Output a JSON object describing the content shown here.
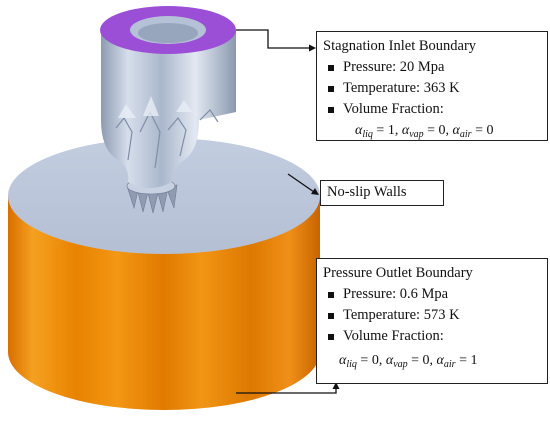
{
  "labels": {
    "inlet": {
      "title": "Stagnation Inlet Boundary",
      "items": [
        "Pressure: 20 Mpa",
        "Temperature: 363 K",
        "Volume Fraction:"
      ],
      "vf": [
        {
          "sym": "α",
          "sub": "liq",
          "val": "1"
        },
        {
          "sym": "α",
          "sub": "vap",
          "val": "0"
        },
        {
          "sym": "α",
          "sub": "air",
          "val": "0"
        }
      ]
    },
    "walls": {
      "title": "No-slip Walls"
    },
    "outlet": {
      "title": "Pressure Outlet Boundary",
      "items": [
        "Pressure: 0.6 Mpa",
        "Temperature: 573 K",
        "Volume Fraction:"
      ],
      "vf": [
        {
          "sym": "α",
          "sub": "liq",
          "val": "0"
        },
        {
          "sym": "α",
          "sub": "vap",
          "val": "0"
        },
        {
          "sym": "α",
          "sub": "air",
          "val": "1"
        }
      ]
    }
  },
  "colors": {
    "inlet_ring": "#9b4fd6",
    "chamber_side": "#f08a00",
    "chamber_top": "#bfc9dc",
    "injector": "#b9c6da"
  }
}
